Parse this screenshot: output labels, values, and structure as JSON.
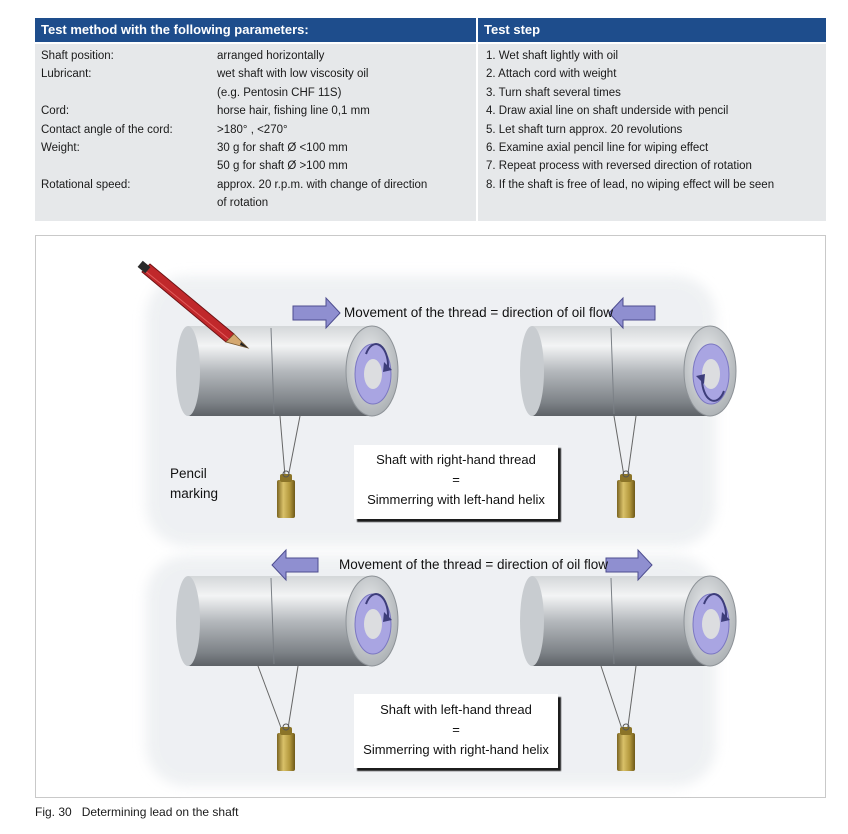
{
  "table": {
    "left_header": "Test method with the following parameters:",
    "right_header": "Test step",
    "parameters": [
      {
        "label": "Shaft position:",
        "value": "arranged horizontally"
      },
      {
        "label": "Lubricant:",
        "value": "wet shaft with low viscosity oil"
      },
      {
        "label": "",
        "value": "(e.g. Pentosin CHF 11S)"
      },
      {
        "label": "Cord:",
        "value": "horse hair, fishing line 0,1 mm"
      },
      {
        "label": "Contact angle of the cord:",
        "value": ">180° , <270°"
      },
      {
        "label": "Weight:",
        "value": "30 g for shaft Ø <100 mm"
      },
      {
        "label": "",
        "value": "50 g for shaft Ø >100 mm"
      },
      {
        "label": "Rotational speed:",
        "value": "approx. 20 r.p.m. with change of direction"
      },
      {
        "label": "",
        "value": "of rotation"
      }
    ],
    "steps": [
      "1. Wet shaft lightly with oil",
      "2. Attach cord with weight",
      "3. Turn shaft several times",
      "4. Draw axial line on shaft underside with pencil",
      "5. Let shaft turn approx. 20 revolutions",
      "6. Examine axial pencil line for wiping effect",
      "7. Repeat process with reversed direction of rotation",
      "8. If the shaft is free of lead, no wiping effect will be seen"
    ]
  },
  "figure": {
    "movement_label_top": "Movement of the thread = direction of oil flow",
    "movement_label_bottom": "Movement of the thread = direction of oil flow",
    "pencil_label_1": "Pencil",
    "pencil_label_2": "marking",
    "box_top": {
      "line1": "Shaft with right-hand thread",
      "line2": "=",
      "line3": "Simmerring with left-hand helix"
    },
    "box_bottom": {
      "line1": "Shaft with left-hand thread",
      "line2": "=",
      "line3": "Simmerring with right-hand helix"
    }
  },
  "caption": {
    "number": "Fig. 30",
    "text": "Determining lead on the shaft"
  },
  "colors": {
    "header": "#1e4d8c",
    "cell_bg": "#e6e8ea",
    "arrow": "#8f8fd0",
    "ring": "#a9a5e2"
  }
}
